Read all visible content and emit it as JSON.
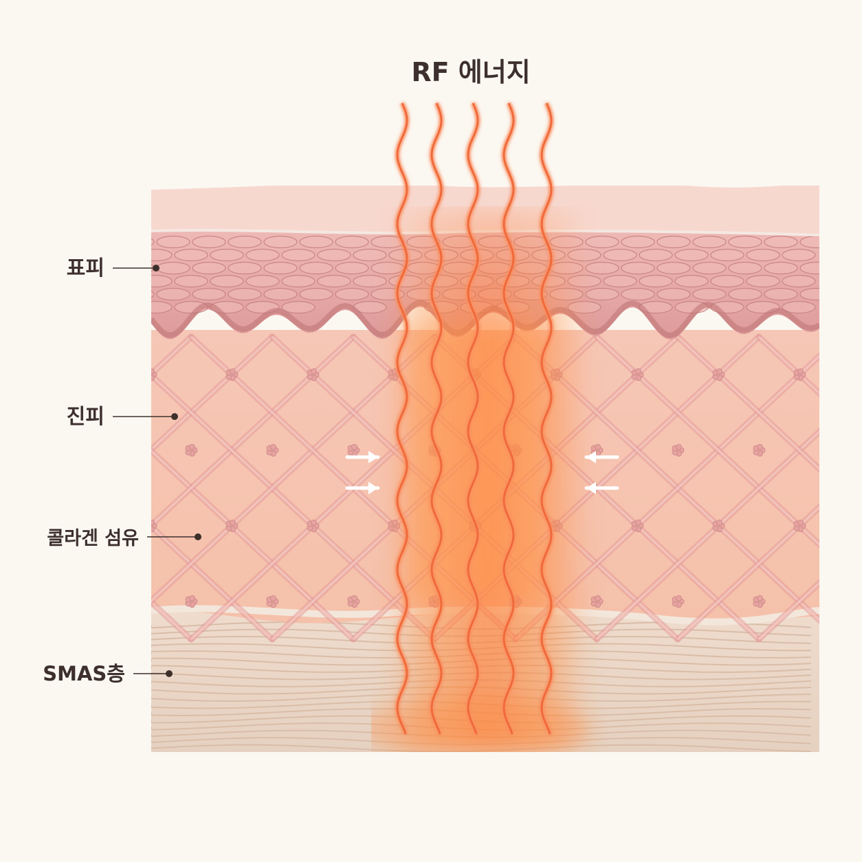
{
  "title": "RF 에너지",
  "labels": {
    "epidermis": "표피",
    "dermis": "진피",
    "collagen": "콜라겐 섬유",
    "smas": "SMAS층"
  },
  "colors": {
    "background": "#fbf8f2",
    "stratum_corneum": "#f6d4cc",
    "epidermis": "#e7a8a6",
    "dermis": "#f7c9b2",
    "collagen_fiber": "#e49a98",
    "smas": "#ead6c6",
    "rf_wave": "#f06a3a",
    "heat_glow": "#ff9a55",
    "label_text": "#3d302c"
  },
  "icons": {
    "wave": "rf-wave-icon",
    "arrow": "contraction-arrow-icon"
  },
  "rf_wave_count": 5
}
